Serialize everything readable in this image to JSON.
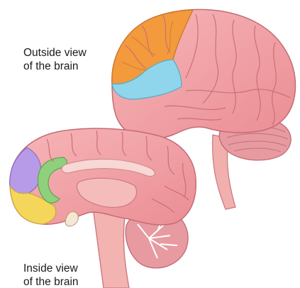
{
  "captions": {
    "outside": {
      "line1": "Outside view",
      "line2": "of the brain"
    },
    "inside": {
      "line1": "Inside view",
      "line2": "of the brain"
    }
  },
  "colors": {
    "background": "#ffffff",
    "brain_tissue": "#f3a2a6",
    "brain_fold": "#d9747c",
    "frontal_region": "#f29a3c",
    "temporal_region": "#8fd6ec",
    "medial_frontal_region": "#b79ae8",
    "orbital_region": "#f4d65a",
    "cingulate_region": "#8fd07c",
    "cerebellum": "#e79aa0",
    "brainstem": "#f2b3b1",
    "caption_text": "#1a1a1a"
  }
}
